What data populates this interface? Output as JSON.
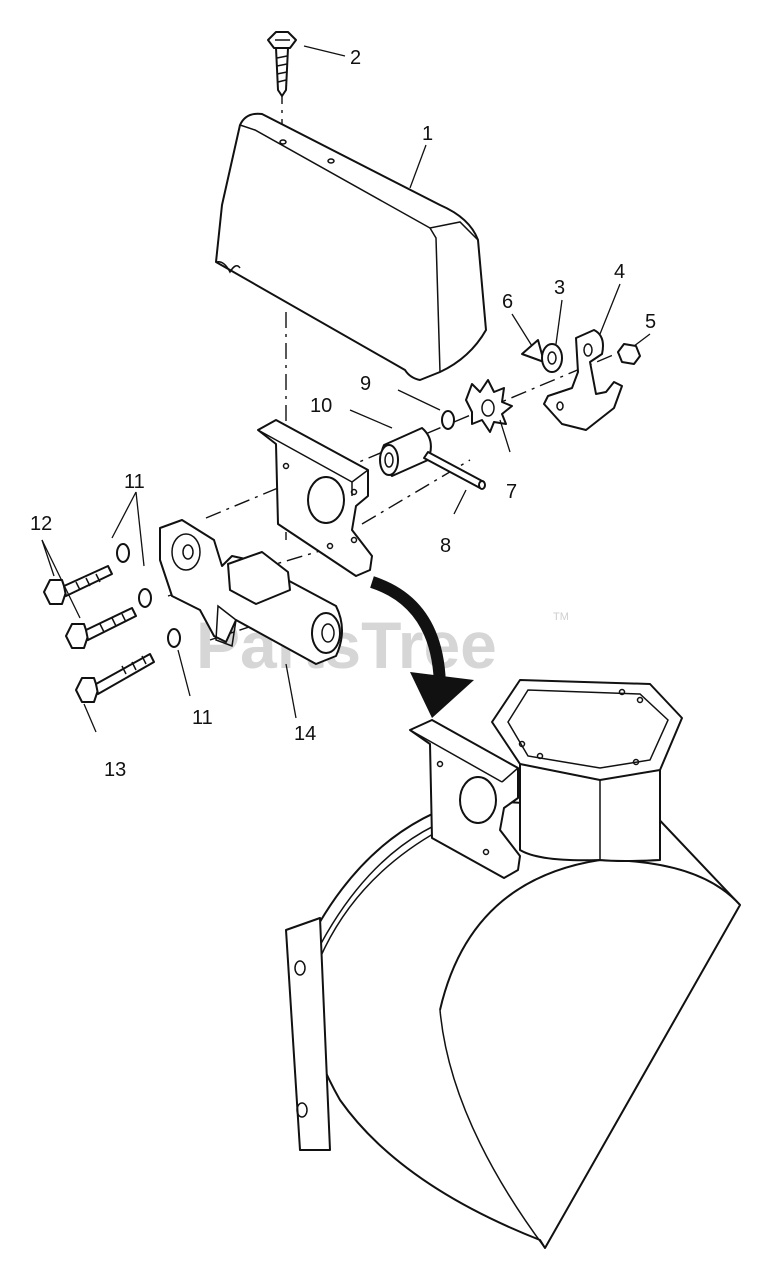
{
  "watermark": {
    "text": "PartsTree",
    "trademark": "TM"
  },
  "callouts": {
    "c1": "1",
    "c2": "2",
    "c3": "3",
    "c4": "4",
    "c5": "5",
    "c6": "6",
    "c7": "7",
    "c8": "8",
    "c9": "9",
    "c10": "10",
    "c11a": "11",
    "c11b": "11",
    "c12": "12",
    "c13": "13",
    "c14": "14"
  }
}
